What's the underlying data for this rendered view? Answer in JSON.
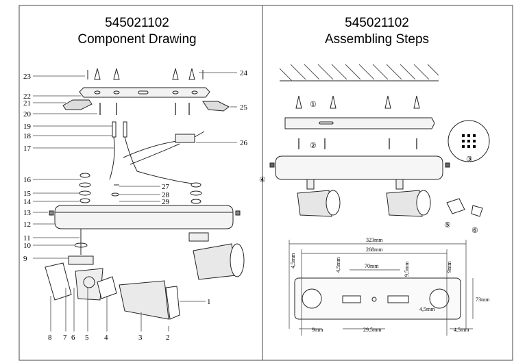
{
  "left_panel": {
    "model": "545021102",
    "title": "Component Drawing",
    "callouts": [
      "1",
      "2",
      "3",
      "4",
      "5",
      "6",
      "7",
      "8",
      "9",
      "10",
      "11",
      "12",
      "13",
      "14",
      "15",
      "16",
      "17",
      "18",
      "19",
      "20",
      "21",
      "22",
      "23",
      "24",
      "25",
      "26",
      "27",
      "28",
      "29"
    ]
  },
  "right_panel": {
    "model": "545021102",
    "title": "Assembling Steps",
    "steps": [
      "①",
      "②",
      "③",
      "④",
      "⑤",
      "⑥"
    ],
    "dimensions": {
      "overall_length": "323mm",
      "mount_spacing": "268mm",
      "center_slot": "70mm",
      "height": "73mm",
      "left_offset": "4,5mm",
      "left_offset_2": "4,5mm",
      "right_top": "9mm",
      "inner_offset": "9,5mm",
      "inner_small": "4,5mm",
      "bottom_left": "9mm",
      "bottom_mid": "29,5mm",
      "bottom_right": "4,5mm"
    }
  }
}
